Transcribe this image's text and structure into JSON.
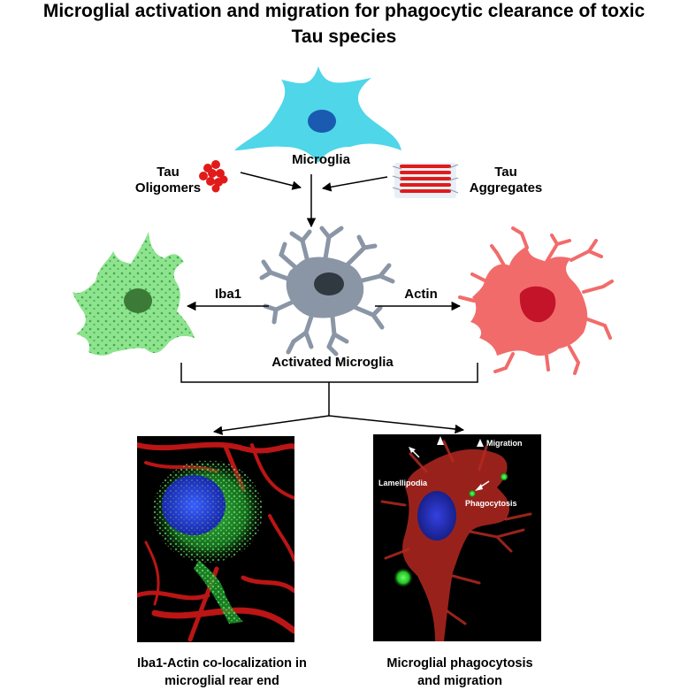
{
  "title_line1": "Microglial activation and migration for phagocytic clearance of toxic",
  "title_line2": "Tau species",
  "labels": {
    "microglia": "Microglia",
    "tau_oligomers_line1": "Tau",
    "tau_oligomers_line2": "Oligomers",
    "tau_aggregates_line1": "Tau",
    "tau_aggregates_line2": "Aggregates",
    "iba1": "Iba1",
    "actin": "Actin",
    "activated_microglia": "Activated Microglia"
  },
  "left_panel": {
    "caption_line1": "Iba1-Actin co-localization in",
    "caption_line2": "microglial rear end"
  },
  "right_panel": {
    "migration": "Migration",
    "lamellipodia": "Lamellipodia",
    "phagocytosis": "Phagocytosis",
    "caption_line1": "Microglial phagocytosis",
    "caption_line2": "and migration"
  },
  "colors": {
    "resting_microglia": "#4fd6e8",
    "nucleus_blue": "#1a5ab0",
    "activated_microglia": "#8a96a6",
    "iba1_green": "#8ee38e",
    "actin_red": "#f26b6b",
    "tau_red": "#e11a1a"
  }
}
